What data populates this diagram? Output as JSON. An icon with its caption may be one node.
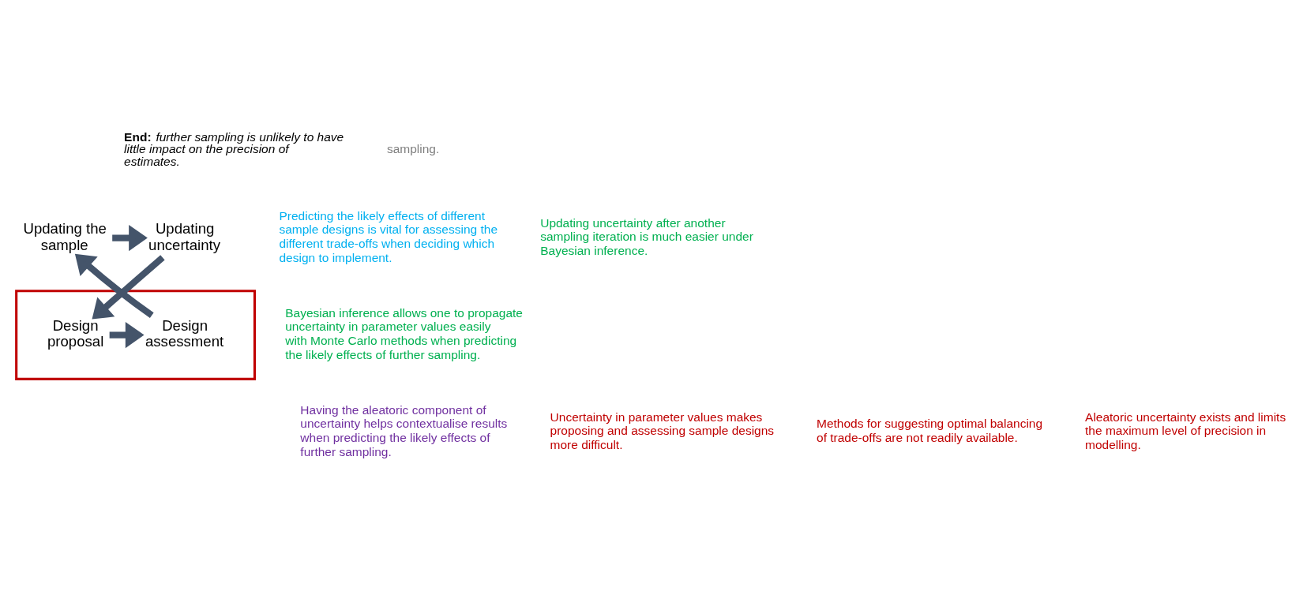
{
  "diagram": {
    "nodes": [
      {
        "text": [
          "Updating the sample"
        ]
      },
      {
        "text": [
          "Updating uncertainty"
        ]
      },
      {
        "text": [],
        "shape": "box"
      },
      {
        "text": [
          "Design assessment"
        ],
        "in": 2
      },
      {
        "text": [
          "Design proposal"
        ],
        "in": 2
      }
    ],
    "edges": [
      {
        "from": 0,
        "to": 1,
        "arrow": "to"
      },
      {
        "from": 1,
        "to": 4,
        "arrow": "to"
      },
      {
        "from": 4,
        "to": 3,
        "arrow": "to"
      },
      {
        "from": 3,
        "to": 0,
        "arrow": "to"
      }
    ],
    "labels": [
      "sampling.",
      "**End:** *further sampling is unlikely to have little impact on the precision of estimates.*",
      "Updating uncertainty after another sampling iteration is much easier under Bayesian inference.",
      "Predicting the likely effects of different sample designs is vital for assessing the different trade-offs when deciding which design to implement.",
      "Bayesian inference allows one to propagate uncertainty in parameter values easily with Monte Carlo methods when predicting the likely effects of further sampling.",
      "Having the aleatoric component of uncertainty helps contextualise results when predicting the likely effects of further sampling.",
      "Uncertainty in parameter values makes proposing and assessing sample designs more difficult.",
      "Methods for suggesting optimal balancing of trade-offs are not readily available.",
      "Aleatoric uncertainty exists and limits the maximum level of precision in modelling."
    ]
  }
}
